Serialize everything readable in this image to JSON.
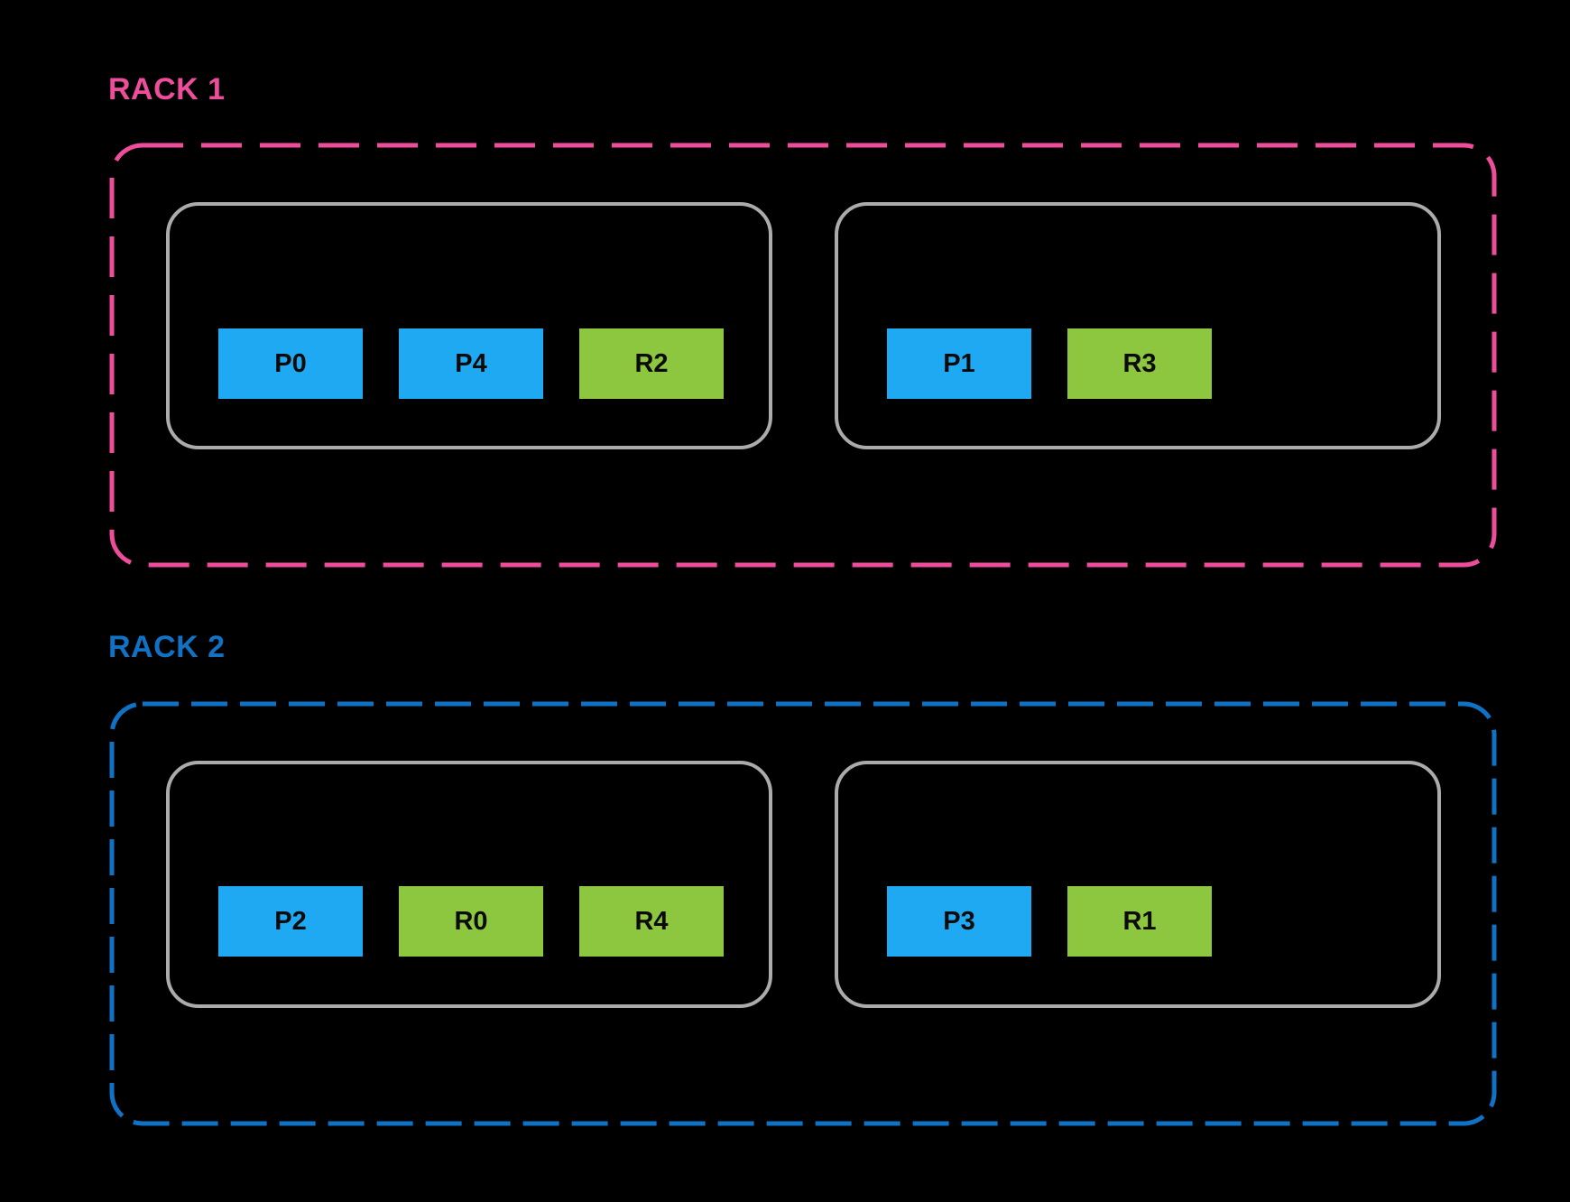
{
  "racks": [
    {
      "label": "RACK 1",
      "accent_color": "#EE4D9B",
      "nodes": [
        {
          "shards": [
            {
              "label": "P0",
              "type": "primary"
            },
            {
              "label": "P4",
              "type": "primary"
            },
            {
              "label": "R2",
              "type": "replica"
            }
          ]
        },
        {
          "shards": [
            {
              "label": "P1",
              "type": "primary"
            },
            {
              "label": "R3",
              "type": "replica"
            }
          ]
        }
      ]
    },
    {
      "label": "RACK 2",
      "accent_color": "#0F72C5",
      "nodes": [
        {
          "shards": [
            {
              "label": "P2",
              "type": "primary"
            },
            {
              "label": "R0",
              "type": "replica"
            },
            {
              "label": "R4",
              "type": "replica"
            }
          ]
        },
        {
          "shards": [
            {
              "label": "P3",
              "type": "primary"
            },
            {
              "label": "R1",
              "type": "replica"
            }
          ]
        }
      ]
    }
  ],
  "colors": {
    "background": "#000000",
    "primary_shard": "#1FA9F2",
    "replica_shard": "#8DC63F",
    "node_border": "#ABABAB",
    "rack1_accent": "#EE4D9B",
    "rack2_accent": "#0F72C5",
    "shard_text": "#0B0B0B"
  }
}
